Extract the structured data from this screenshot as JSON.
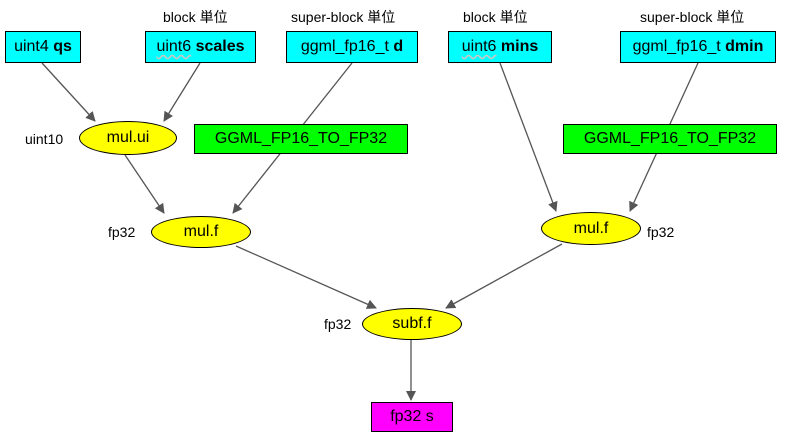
{
  "inputs": {
    "qs": {
      "type": "uint4",
      "name": "qs"
    },
    "scales": {
      "type": "uint6",
      "name": "scales",
      "caption": "block 単位"
    },
    "d": {
      "type": "ggml_fp16_t",
      "name": "d",
      "caption": "super-block 単位"
    },
    "mins": {
      "type": "uint6",
      "name": "mins",
      "caption": "block 単位"
    },
    "dmin": {
      "type": "ggml_fp16_t",
      "name": "dmin",
      "caption": "super-block 単位"
    }
  },
  "convert_left": "GGML_FP16_TO_FP32",
  "convert_right": "GGML_FP16_TO_FP32",
  "ops": {
    "mul_ui": {
      "label": "mul.ui",
      "type_label": "uint10"
    },
    "mul_f_left": {
      "label": "mul.f",
      "type_label": "fp32"
    },
    "mul_f_right": {
      "label": "mul.f",
      "type_label": "fp32"
    },
    "subf": {
      "label": "subf.f",
      "type_label": "fp32"
    }
  },
  "output": "fp32 s",
  "colors": {
    "input": "#00ffff",
    "convert": "#00ff00",
    "op": "#ffff00",
    "output": "#ff00ff",
    "edge": "#555555"
  }
}
